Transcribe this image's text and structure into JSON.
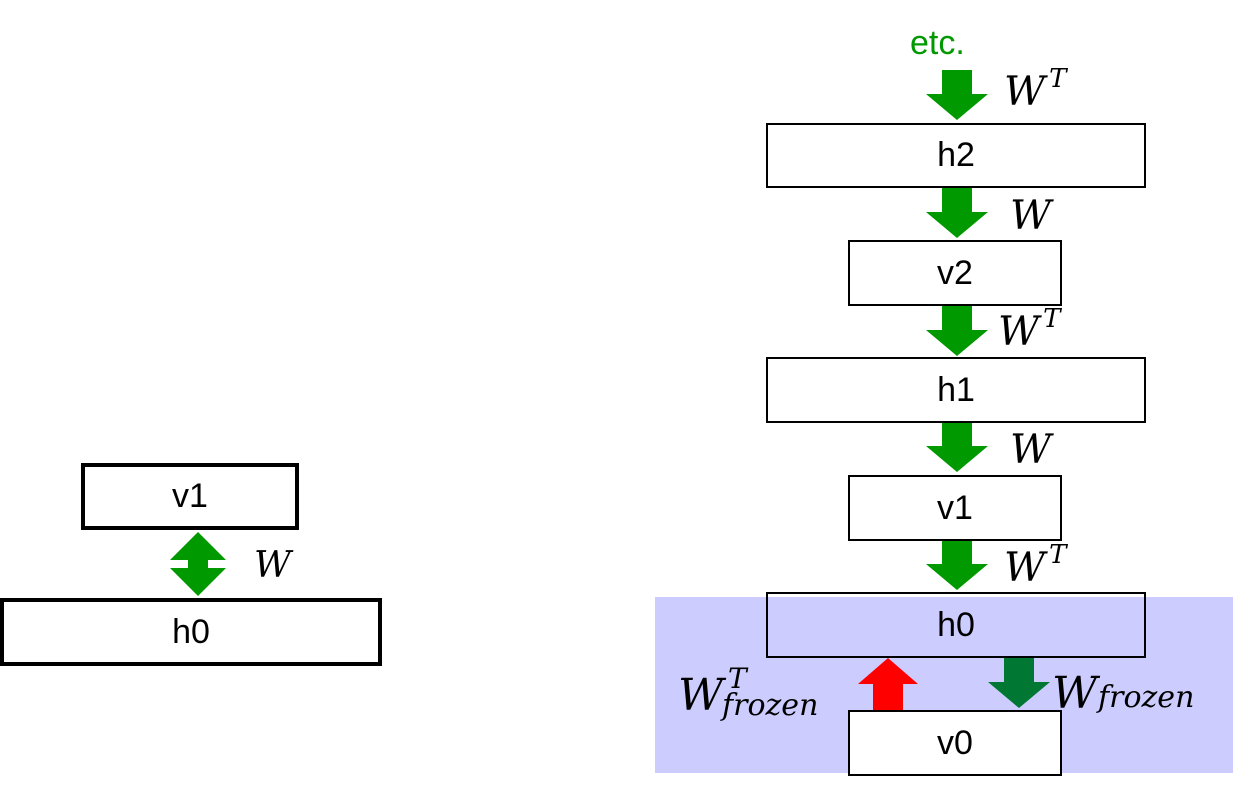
{
  "left": {
    "v1": "v1",
    "h0": "h0",
    "weight": "W"
  },
  "right": {
    "etc": "etc.",
    "h2": "h2",
    "v2": "v2",
    "h1": "h1",
    "v1": "v1",
    "h0": "h0",
    "v0": "v0",
    "w_base": "W",
    "transpose": "T",
    "frozen": "frozen"
  },
  "colors": {
    "arrow_green": "#009900",
    "arrow_dark_green": "#007733",
    "arrow_red": "#ff0000",
    "etc_green": "#009900",
    "shade": "#ccccff"
  }
}
